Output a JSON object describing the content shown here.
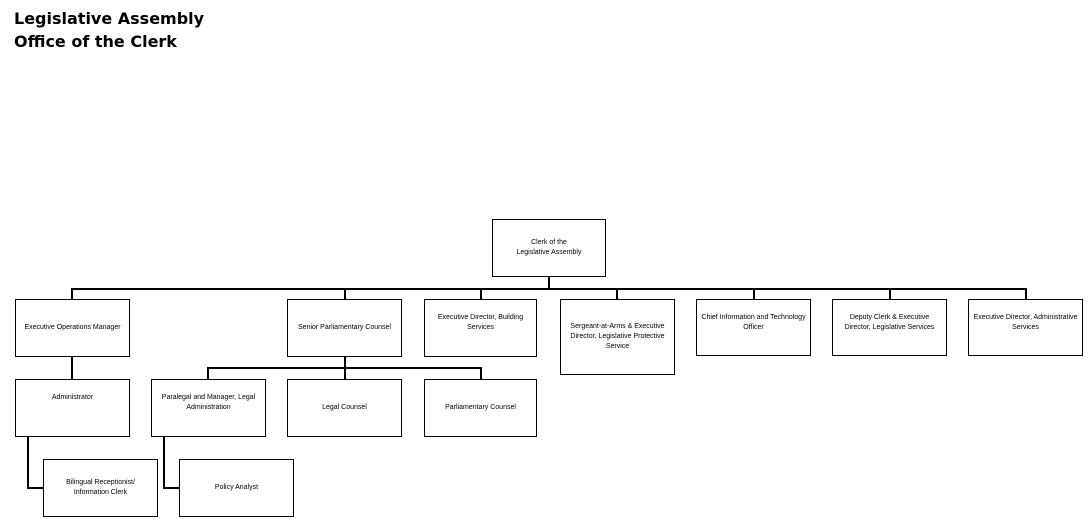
{
  "header": {
    "title_line_1": "Legislative Assembly",
    "title_line_2": "Office of the Clerk"
  },
  "org_chart": {
    "clerk": "Clerk of the\nLegislative Assembly",
    "direct_reports": {
      "executive_operations_manager": "Executive Operations Manager",
      "senior_parliamentary_counsel": "Senior Parliamentary Counsel",
      "executive_director_building_services": "Executive Director, Building Services",
      "sergeant_at_arms": "Sergeant-at-Arms & Executive Director, Legislative Protective Service",
      "chief_information_technology_officer": "Chief Information and Technology Officer",
      "deputy_clerk": "Deputy Clerk & Executive Director, Legislative Services",
      "executive_director_administrative_services": "Executive Director, Administrative Services"
    },
    "operations_team": {
      "administrator": "Administrator",
      "bilingual_receptionist": "Bilingual Receptionist/\nInformation Clerk"
    },
    "counsel_team": {
      "paralegal_manager": "Paralegal and Manager, Legal Administration",
      "legal_counsel": "Legal Counsel",
      "parliamentary_counsel": "Parliamentary Counsel",
      "policy_analyst": "Policy Analyst"
    }
  }
}
